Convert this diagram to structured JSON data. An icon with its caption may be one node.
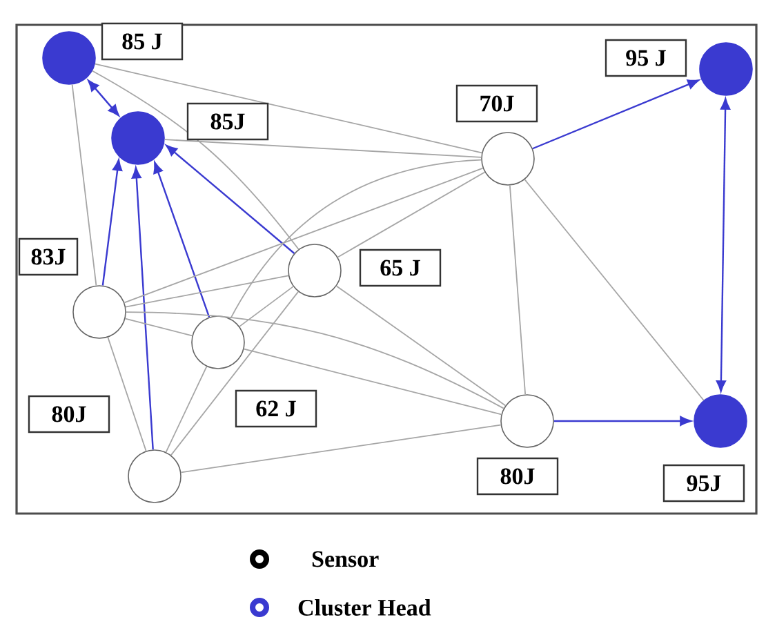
{
  "diagram": {
    "nodes": [
      {
        "text": [],
        "shape": "circle"
      },
      {
        "text": [],
        "shape": "circle"
      },
      {
        "text": [],
        "shape": "circle"
      },
      {
        "text": [],
        "shape": "circle"
      },
      {
        "text": [],
        "shape": "circle"
      },
      {
        "text": [],
        "shape": "circle"
      },
      {
        "text": [],
        "shape": "circle"
      },
      {
        "text": [],
        "shape": "circle"
      },
      {
        "text": [],
        "shape": "circle"
      },
      {
        "text": [],
        "shape": "circle"
      },
      {
        "text": [
          "85 J"
        ]
      },
      {
        "text": [
          "85J"
        ]
      },
      {
        "text": [
          "95 J"
        ]
      },
      {
        "text": [
          "70J"
        ]
      },
      {
        "text": [
          "65 J"
        ]
      },
      {
        "text": [
          "83J"
        ]
      },
      {
        "text": [
          "62 J"
        ]
      },
      {
        "text": [
          "80J"
        ]
      },
      {
        "text": [
          "80J"
        ]
      },
      {
        "text": [
          "95J"
        ]
      }
    ],
    "edges": [
      {
        "from": 0,
        "to": 1,
        "arrow": "both",
        "color": "#3a3ad0"
      },
      {
        "from": 5,
        "to": 1,
        "arrow": "to",
        "color": "#3a3ad0"
      },
      {
        "from": 7,
        "to": 1,
        "arrow": "to",
        "color": "#3a3ad0"
      },
      {
        "from": 6,
        "to": 1,
        "arrow": "to",
        "color": "#3a3ad0"
      },
      {
        "from": 4,
        "to": 1,
        "arrow": "to",
        "color": "#3a3ad0"
      },
      {
        "from": 3,
        "to": 2,
        "arrow": "to",
        "color": "#3a3ad0"
      },
      {
        "from": 8,
        "to": 9,
        "arrow": "to",
        "color": "#3a3ad0"
      },
      {
        "from": 2,
        "to": 9,
        "arrow": "both",
        "color": "#3a3ad0"
      },
      {
        "from": 0,
        "to": 5,
        "arrow": "none"
      },
      {
        "from": 0,
        "to": 3,
        "arrow": "none"
      },
      {
        "from": 0,
        "to": 4,
        "arrow": "none"
      },
      {
        "from": 1,
        "to": 3,
        "arrow": "none"
      },
      {
        "from": 5,
        "to": 4,
        "arrow": "none"
      },
      {
        "from": 5,
        "to": 3,
        "arrow": "none"
      },
      {
        "from": 5,
        "to": 6,
        "arrow": "none"
      },
      {
        "from": 5,
        "to": 8,
        "arrow": "none"
      },
      {
        "from": 5,
        "to": 7,
        "arrow": "none"
      },
      {
        "from": 6,
        "to": 4,
        "arrow": "none"
      },
      {
        "from": 6,
        "to": 3,
        "arrow": "none"
      },
      {
        "from": 6,
        "to": 8,
        "arrow": "none"
      },
      {
        "from": 6,
        "to": 7,
        "arrow": "none"
      },
      {
        "from": 4,
        "to": 3,
        "arrow": "none"
      },
      {
        "from": 4,
        "to": 8,
        "arrow": "none"
      },
      {
        "from": 4,
        "to": 7,
        "arrow": "none"
      },
      {
        "from": 7,
        "to": 8,
        "arrow": "none"
      },
      {
        "from": 3,
        "to": 8,
        "arrow": "none"
      },
      {
        "from": 3,
        "to": 9,
        "arrow": "none"
      }
    ],
    "legend": [
      {
        "text": "Sensor",
        "color": "#000000"
      },
      {
        "text": "Cluster Head",
        "color": "#3a3ad0"
      }
    ]
  }
}
